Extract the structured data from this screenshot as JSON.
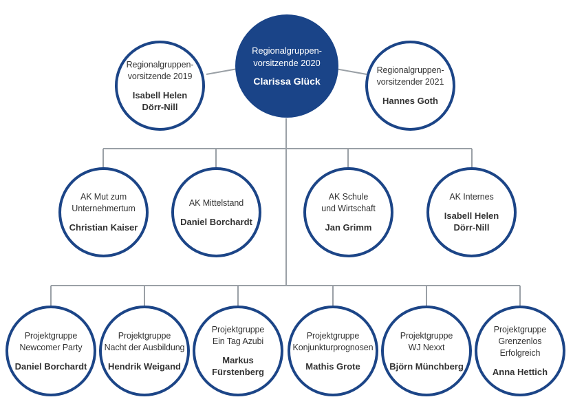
{
  "style": {
    "line_color": "#9aa0a6",
    "circle_border": "#1c4587",
    "filled_circle": "#1a4488"
  },
  "chair": {
    "role": "Regionalgruppen-\nvorsitzende 2020",
    "name": "Clarissa Glück"
  },
  "top": [
    {
      "role": "Regionalgruppen-\nvorsitzende 2019",
      "name": "Isabell Helen\nDörr-Nill"
    },
    {
      "role": "Regionalgruppen-\nvorsitzender 2021",
      "name": "Hannes Goth"
    }
  ],
  "arbeitskreise": [
    {
      "role": "AK Mut zum\nUnternehmertum",
      "name": "Christian Kaiser"
    },
    {
      "role": "AK Mittelstand",
      "name": "Daniel Borchardt"
    },
    {
      "role": "AK Schule\nund Wirtschaft",
      "name": "Jan Grimm"
    },
    {
      "role": "AK Internes",
      "name": "Isabell Helen\nDörr-Nill"
    }
  ],
  "projektgruppen": [
    {
      "role": "Projektgruppe\nNewcomer Party",
      "name": "Daniel Borchardt"
    },
    {
      "role": "Projektgruppe\nNacht der Ausbildung",
      "name": "Hendrik Weigand"
    },
    {
      "role": "Projektgruppe\nEin Tag Azubi",
      "name": "Markus Fürstenberg"
    },
    {
      "role": "Projektgruppe\nKonjunkturprognosen",
      "name": "Mathis Grote"
    },
    {
      "role": "Projektgruppe\nWJ Nexxt",
      "name": "Björn Münchberg"
    },
    {
      "role": "Projektgruppe\nGrenzenlos\nErfolgreich",
      "name": "Anna Hettich"
    }
  ]
}
